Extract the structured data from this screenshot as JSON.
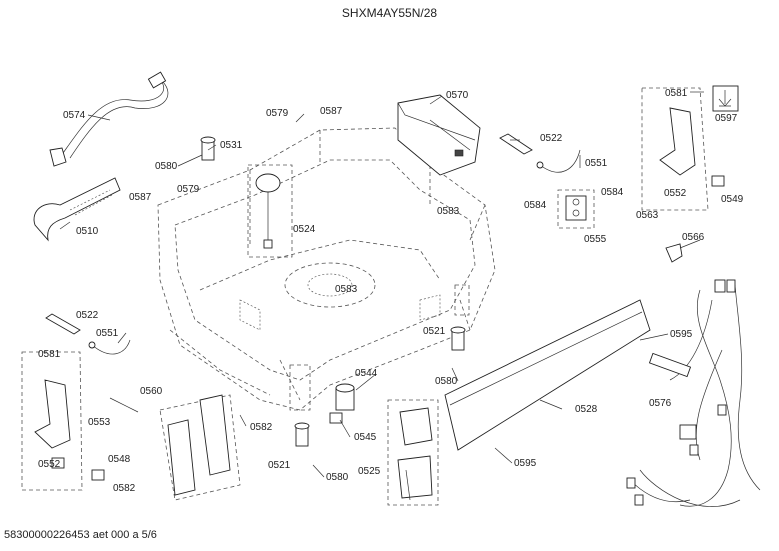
{
  "title": "SHXM4AY55N/28",
  "doc_id": "58300000226453 aet 000 a 5/6",
  "labels": {
    "p0574": "0574",
    "p0510": "0510",
    "p0579a": "0579",
    "p0587a": "0587",
    "p0531": "0531",
    "p0580a": "0580",
    "p0587b": "0587",
    "p0579b": "0579",
    "p0524": "0524",
    "p0570": "0570",
    "p0583a": "0583",
    "p0583b": "0583",
    "p0522a": "0522",
    "p0551a": "0551",
    "p0584a": "0584",
    "p0584b": "0584",
    "p0555": "0555",
    "p0581a": "0581",
    "p0597": "0597",
    "p0552a": "0552",
    "p0563": "0563",
    "p0549": "0549",
    "p0566": "0566",
    "p0595a": "0595",
    "p0576": "0576",
    "p0522b": "0522",
    "p0551b": "0551",
    "p0581b": "0581",
    "p0553": "0553",
    "p0552b": "0552",
    "p0548": "0548",
    "p0560": "0560",
    "p0582a": "0582",
    "p0582b": "0582",
    "p0521a": "0521",
    "p0521b": "0521",
    "p0580b": "0580",
    "p0580c": "0580",
    "p0544": "0544",
    "p0545": "0545",
    "p0525": "0525",
    "p0528": "0528",
    "p0595b": "0595"
  }
}
